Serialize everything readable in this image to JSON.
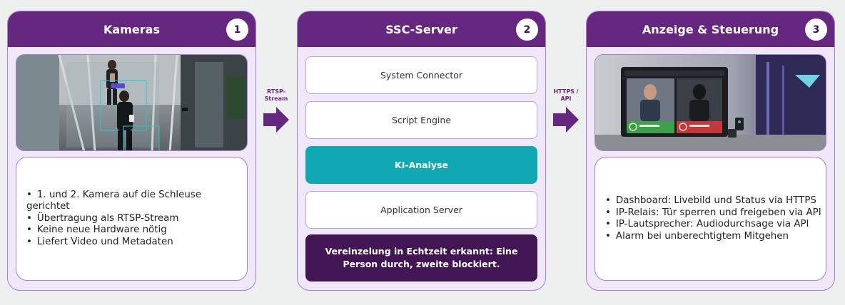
{
  "panels": [
    {
      "title": "Kameras",
      "number": "1",
      "bullets": [
        "1. und 2. Kamera auf die Schleuse gerichtet",
        "Übertragung als RTSP-Stream",
        "Keine neue Hardware nötig",
        "Liefert Video und Metadaten"
      ]
    },
    {
      "title": "SSC-Server",
      "number": "2",
      "boxes": [
        "System Connector",
        "Script Engine",
        "KI-Analyse",
        "Application Server"
      ],
      "result": "Vereinzelung in Echtzeit erkannt: Eine Person durch, zweite blockiert."
    },
    {
      "title": "Anzeige & Steuerung",
      "number": "3",
      "bullets": [
        "Dashboard: Livebild und Status via HTTPS",
        "IP-Relais: Tür sperren und freigeben via API",
        "IP-Lautsprecher: Audiodurchsage via API",
        "Alarm bei unberechtigtem Mitgehen"
      ]
    }
  ],
  "connectors": [
    {
      "label_line1": "RTSP-",
      "label_line2": "Stream"
    },
    {
      "label_line1": "HTTPS /",
      "label_line2": "API"
    }
  ],
  "colors": {
    "header": "#65277f",
    "accent": "#0fa8b3",
    "dark": "#421654",
    "panel_bg": "#f0e8f8",
    "border": "#a67fcf"
  }
}
